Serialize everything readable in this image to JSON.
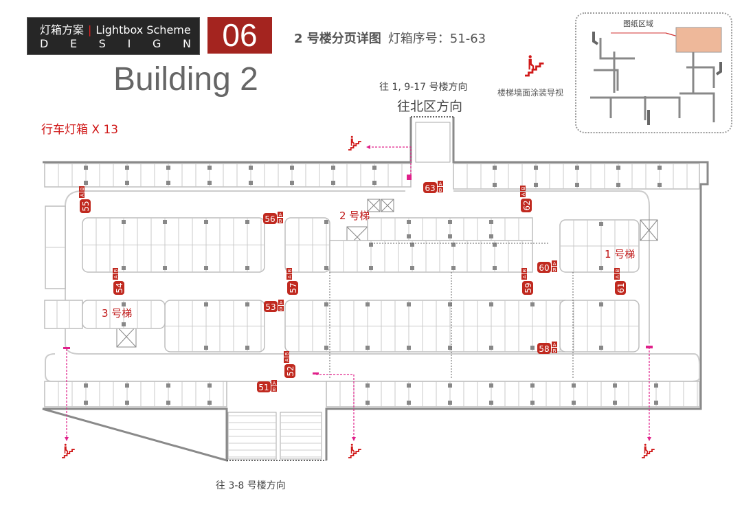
{
  "brand": {
    "cn": "灯箱方案",
    "en": "Lightbox Scheme",
    "design_letters": [
      "D",
      "E",
      "S",
      "I",
      "G",
      "N"
    ]
  },
  "page_number": "06",
  "header": {
    "title": "2 号楼分页详图",
    "range": "灯箱序号：51-63"
  },
  "building_name": "Building 2",
  "lightbox_count": "行车灯箱 X 13",
  "directions": {
    "north_small": "往 1, 9-17 号楼方向",
    "north_big": "往北区方向",
    "south": "往 3-8 号楼方向"
  },
  "legend": {
    "stair_label": "楼梯墙面涂装导视"
  },
  "minimap": {
    "label": "图纸区域"
  },
  "elevators": [
    "2 号梯",
    "1 号梯",
    "3 号梯"
  ],
  "badges": {
    "a": "A",
    "b": "B"
  },
  "lightboxes": [
    "51",
    "52",
    "53",
    "54",
    "55",
    "56",
    "57",
    "58",
    "59",
    "60",
    "61",
    "62",
    "63"
  ],
  "colors": {
    "marker": "#c0291f",
    "path": "#e0208a",
    "wall": "#999999"
  }
}
